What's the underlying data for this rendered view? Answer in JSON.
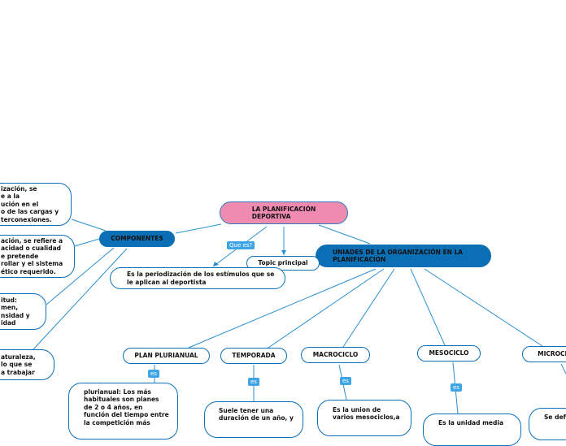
{
  "map": {
    "root": "LA PLANIFICACIÓN\nDEPORTIVA",
    "componentes": "COMPONENTES",
    "unidades": "UNIADES DE LA ORGANIZACIÓN EN LA\nPLANIFICACION",
    "topic": "Topic principal",
    "definicion": "Es la periodización de los estímulos que se\nle aplican al deportista",
    "link_que_es": "Que es?",
    "comp_items": [
      "ización, se\ne a la\nución en el\no de las cargas y\nterconexiones.",
      "ación, se refiere a\nacidad o cualidad\ne pretende\nrollar y el sistema\nético requerido.",
      "itud:\nmen,\nnsidad y\nidad",
      "aturaleza,\nlo que se\na trabajar"
    ],
    "units": [
      "PLAN PLURIANUAL",
      "TEMPORADA",
      "MACROCICLO",
      "MESOCICLO",
      "MICROCIC"
    ],
    "es_label": "es",
    "unit_details": [
      "plurianual: Los más\nhabituales son planes\nde 2 o 4 años, en\nfunción del tiempo entre\nla competición más",
      "Suele tener una\nduración de un año, y",
      "Es la union de\nvarios mesociclos,a",
      "Es la unidad media",
      "Se defi"
    ]
  },
  "colors": {
    "node_border": "#0a6fb5",
    "root_fill": "#f08bb0",
    "blue_fill": "#0a6fb5",
    "line": "#2a8fd0",
    "label_fill": "#3fa4e6"
  }
}
